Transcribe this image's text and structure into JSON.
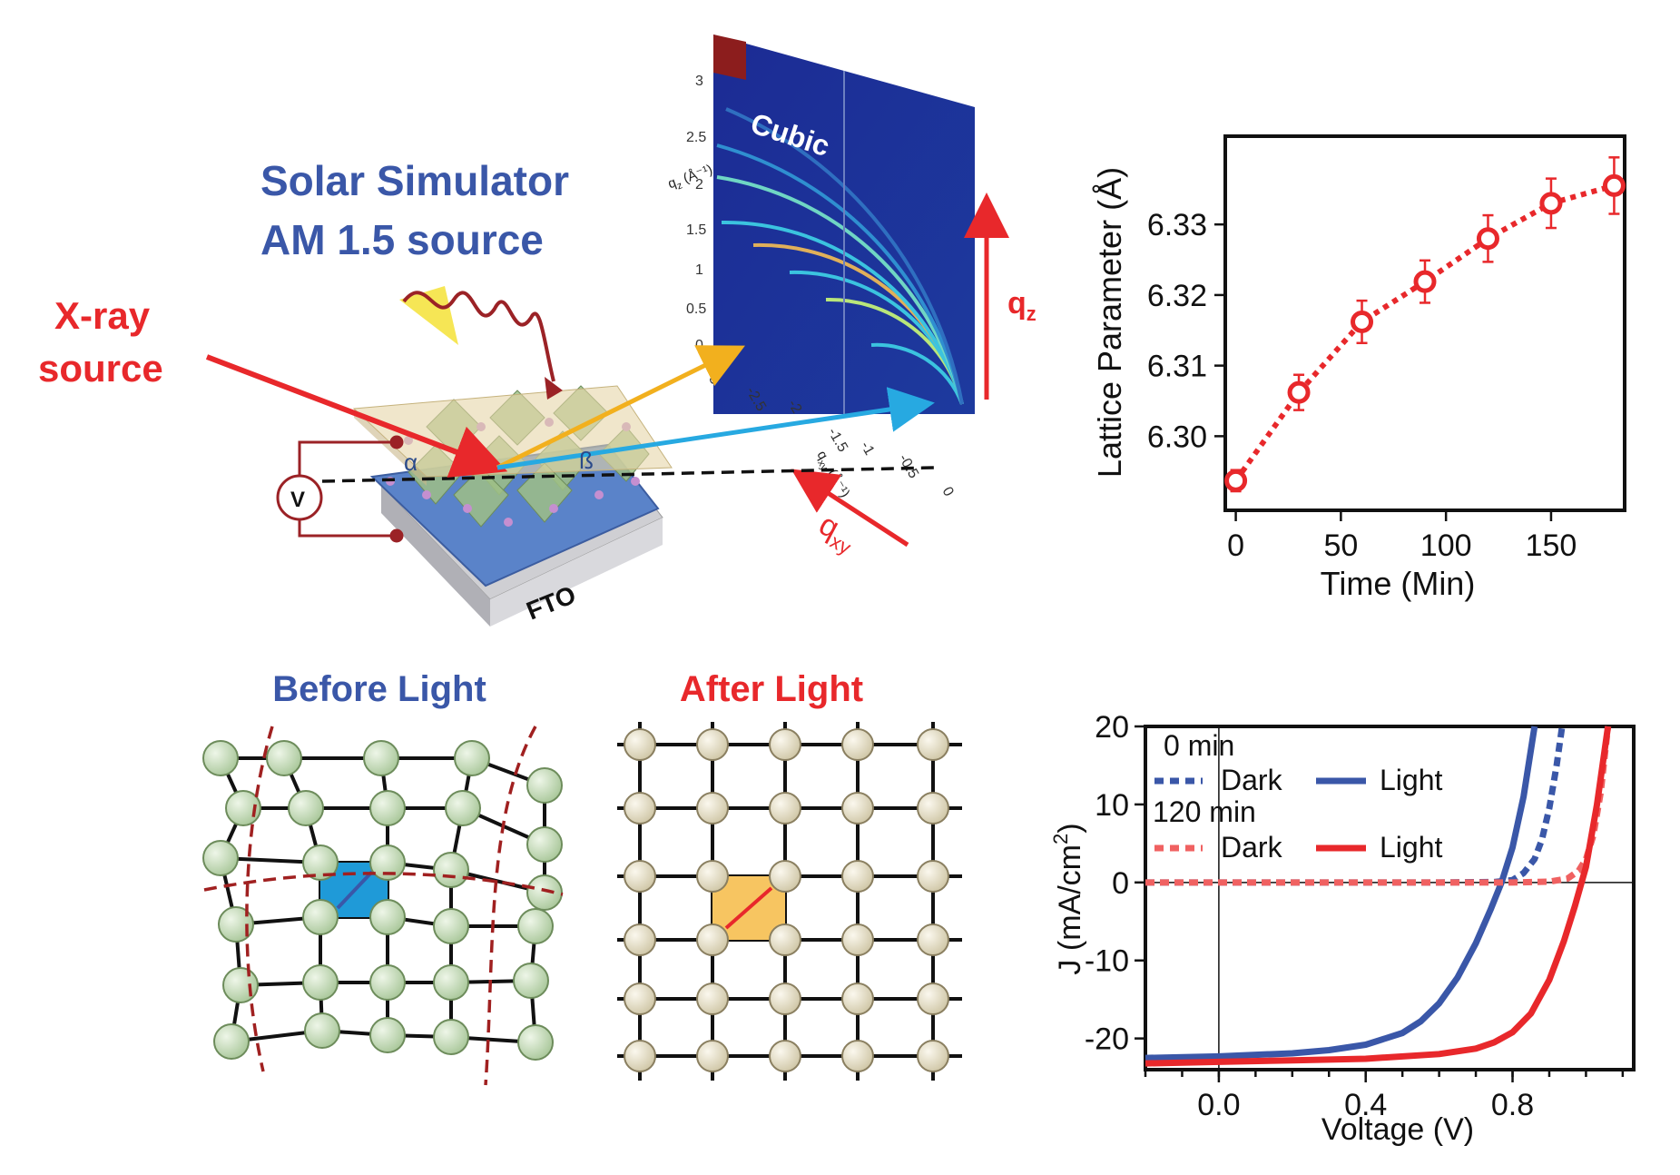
{
  "setup": {
    "solar_line1": "Solar Simulator",
    "solar_line2": "AM 1.5 source",
    "xray_line1": "X-ray",
    "xray_line2": "source",
    "alpha": "α",
    "beta": "ß",
    "voltmeter": "V",
    "substrate": "FTO",
    "detector_label": "Cubic",
    "qz_label": "q",
    "qz_sub": "z",
    "qxy_label": "q",
    "qxy_sub": "xy",
    "det_yaxis": "q",
    "det_yaxis_sub": "z",
    "det_yaxis_unit": "(Å⁻¹)",
    "det_xaxis": "q",
    "det_xaxis_sub": "xy",
    "det_xaxis_unit": "(Å⁻¹)",
    "det_yticks": [
      "3",
      "2.5",
      "2",
      "1.5",
      "1",
      "0.5",
      "0"
    ],
    "det_xticks": [
      "-3",
      "-2.5",
      "-2",
      "-1.5",
      "-1",
      "-0.5",
      "0"
    ],
    "colors": {
      "solar_text": "#3a57a8",
      "xray_text": "#e8282b",
      "detector_bg": "#1b2a8c",
      "beam_orange": "#f2b01e",
      "beam_blue": "#27a9e1"
    }
  },
  "lattice": {
    "before_title": "Before Light",
    "after_title": "After Light",
    "colors": {
      "before": "#3a57a8",
      "after": "#e8282b",
      "before_atom": "#b9d4a9",
      "after_atom": "#efe8d0",
      "before_cell": "#1f9ad8",
      "after_cell": "#f7c561",
      "strain_lines": "#a02020"
    }
  },
  "chart_data": [
    {
      "type": "scatter",
      "title": "",
      "xlabel": "Time (Min)",
      "ylabel": "Lattice Parameter (Å)",
      "x": [
        0,
        30,
        60,
        90,
        120,
        150,
        180
      ],
      "y": [
        6.2937,
        6.3062,
        6.3162,
        6.3219,
        6.328,
        6.333,
        6.3355
      ],
      "yerr": [
        0.0015,
        0.0025,
        0.003,
        0.003,
        0.0033,
        0.0035,
        0.004
      ],
      "xlim": [
        -5,
        185
      ],
      "ylim": [
        6.2895,
        6.3425
      ],
      "xticks": [
        "0",
        "50",
        "100",
        "150"
      ],
      "xtick_values": [
        0,
        50,
        100,
        150
      ],
      "yticks": [
        "6.30",
        "6.31",
        "6.32",
        "6.33"
      ],
      "ytick_values": [
        6.3,
        6.31,
        6.32,
        6.33
      ],
      "grid": false,
      "color": "#e8282b",
      "line_style": "dotted"
    },
    {
      "type": "line",
      "title": "",
      "xlabel": "Voltage (V)",
      "ylabel": "J (mA/cm",
      "ylabel_sup": "2",
      "ylabel_end": ")",
      "xlim": [
        -0.2,
        1.13
      ],
      "ylim": [
        -24,
        20
      ],
      "xticks": [
        "0.0",
        "0.4",
        "0.8"
      ],
      "xtick_values": [
        0.0,
        0.4,
        0.8
      ],
      "yticks": [
        "20",
        "10",
        "0",
        "-10",
        "-20"
      ],
      "ytick_values": [
        20,
        10,
        0,
        -10,
        -20
      ],
      "grid": false,
      "legend": {
        "placement": "top-left",
        "group1": "0 min",
        "group2": "120 min",
        "dark": "Dark",
        "light": "Light"
      },
      "series": [
        {
          "group": "0 min",
          "kind": "Dark",
          "color": "#3a57a8",
          "dashed": true,
          "x": [
            -0.2,
            0.0,
            0.2,
            0.4,
            0.6,
            0.75,
            0.8,
            0.83,
            0.86,
            0.88,
            0.9,
            0.92,
            0.935
          ],
          "y": [
            0,
            0,
            0,
            0,
            0,
            0.05,
            0.3,
            1.2,
            3.0,
            5.5,
            9.5,
            15,
            20
          ]
        },
        {
          "group": "0 min",
          "kind": "Light",
          "color": "#3a57a8",
          "dashed": false,
          "x": [
            -0.2,
            0.0,
            0.2,
            0.3,
            0.4,
            0.5,
            0.55,
            0.6,
            0.65,
            0.7,
            0.74,
            0.77,
            0.8,
            0.83,
            0.86
          ],
          "y": [
            -22.5,
            -22.3,
            -21.9,
            -21.5,
            -20.8,
            -19.3,
            -17.8,
            -15.5,
            -12.2,
            -7.8,
            -3.5,
            0,
            4.5,
            11.0,
            20
          ]
        },
        {
          "group": "120 min",
          "kind": "Dark",
          "color": "#f06161",
          "dashed": true,
          "x": [
            -0.2,
            0.0,
            0.2,
            0.4,
            0.6,
            0.8,
            0.9,
            0.95,
            0.98,
            1.0,
            1.02,
            1.04,
            1.06
          ],
          "y": [
            0,
            0,
            0,
            0,
            0,
            0,
            0.1,
            0.5,
            1.5,
            3.0,
            6.0,
            11.5,
            20
          ]
        },
        {
          "group": "120 min",
          "kind": "Light",
          "color": "#e8282b",
          "dashed": false,
          "x": [
            -0.2,
            0.0,
            0.2,
            0.4,
            0.6,
            0.7,
            0.75,
            0.8,
            0.85,
            0.9,
            0.94,
            0.97,
            1.0,
            1.03,
            1.06
          ],
          "y": [
            -23.2,
            -23.0,
            -22.8,
            -22.6,
            -22.0,
            -21.3,
            -20.5,
            -19.2,
            -16.8,
            -12.5,
            -7.5,
            -3.0,
            2.0,
            10.0,
            20
          ]
        }
      ]
    }
  ]
}
